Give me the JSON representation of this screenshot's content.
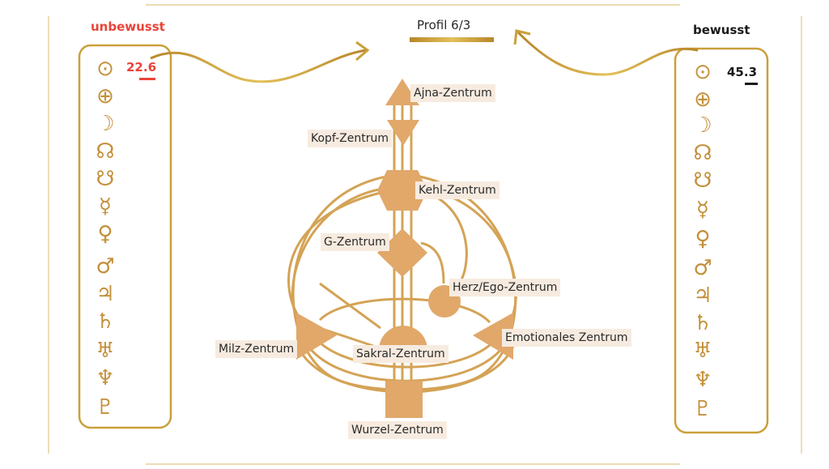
{
  "colors": {
    "gold": "#c9a03a",
    "center_fill": "#e1a86a",
    "unconscious_red": "#e8443a",
    "label_bg": "#f7ebe0"
  },
  "header": {
    "unconscious_label": "unbewusst",
    "conscious_label": "bewusst",
    "profile_label": "Profil 6/3"
  },
  "left_panel": {
    "gate_value": "22.6",
    "planets": [
      "⊙",
      "⊕",
      "☽",
      "☊",
      "☋",
      "☿",
      "♀",
      "♂",
      "♃",
      "♄",
      "♅",
      "♆",
      "♇"
    ],
    "planet_icons": [
      "sun-icon",
      "earth-icon",
      "moon-icon",
      "north-node-icon",
      "south-node-icon",
      "mercury-icon",
      "venus-icon",
      "mars-icon",
      "jupiter-icon",
      "saturn-icon",
      "uranus-icon",
      "neptune-icon",
      "pluto-icon"
    ]
  },
  "right_panel": {
    "gate_value": "45.3",
    "planets": [
      "⊙",
      "⊕",
      "☽",
      "☊",
      "☋",
      "☿",
      "♀",
      "♂",
      "♃",
      "♄",
      "♅",
      "♆",
      "♇"
    ]
  },
  "centers": {
    "ajna": "Ajna-Zentrum",
    "head": "Kopf-Zentrum",
    "throat": "Kehl-Zentrum",
    "g": "G-Zentrum",
    "heart": "Herz/Ego-Zentrum",
    "spleen": "Milz-Zentrum",
    "sacral": "Sakral-Zentrum",
    "solar": "Emotionales Zentrum",
    "root": "Wurzel-Zentrum"
  }
}
